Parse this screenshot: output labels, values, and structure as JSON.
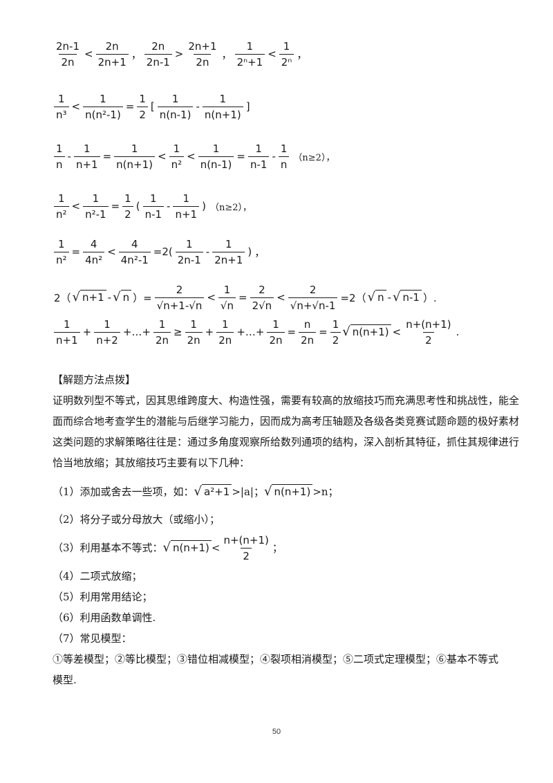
{
  "math": {
    "l1": {
      "a_num": "2n-1",
      "a_den": "2n",
      "a_op": "<",
      "b_num": "2n",
      "b_den": "2n+1",
      "sep1": "，",
      "c_num": "2n",
      "c_den": "2n-1",
      "c_op": ">",
      "d_num": "2n+1",
      "d_den": "2n",
      "sep2": "，",
      "e_num": "1",
      "e_den": "2ⁿ+1",
      "e_op": "<",
      "f_num": "1",
      "f_den": "2ⁿ",
      "end": "，"
    },
    "l2": {
      "a_num": "1",
      "a_den": "n³",
      "a_op": "<",
      "b_num": "1",
      "b_den": "n(n²-1)",
      "eq": "=",
      "c_num": "1",
      "c_den": "2",
      "br": "[",
      "d_num": "1",
      "d_den": "n(n-1)",
      "minus": "-",
      "e_num": "1",
      "e_den": "n(n+1)",
      "br2": "]"
    },
    "l3": {
      "a_num": "1",
      "a_den": "n",
      "minus": "-",
      "b_num": "1",
      "b_den": "n+1",
      "eq1": "=",
      "c_num": "1",
      "c_den": "n(n+1)",
      "lt1": "<",
      "d_num": "1",
      "d_den": "n²",
      "lt2": "<",
      "e_num": "1",
      "e_den": "n(n-1)",
      "eq2": "=",
      "f_num": "1",
      "f_den": "n-1",
      "minus2": "-",
      "g_num": "1",
      "g_den": "n",
      "cond": "（n≥2），"
    },
    "l4": {
      "a_num": "1",
      "a_den": "n²",
      "lt": "<",
      "b_num": "1",
      "b_den": "n²-1",
      "eq": "=",
      "c_num": "1",
      "c_den": "2",
      "lp": "(",
      "d_num": "1",
      "d_den": "n-1",
      "minus": "-",
      "e_num": "1",
      "e_den": "n+1",
      "rp": ")",
      "cond": "（n≥2），"
    },
    "l5": {
      "a_num": "1",
      "a_den": "n²",
      "eq": "=",
      "b_num": "4",
      "b_den": "4n²",
      "lt": "<",
      "c_num": "4",
      "c_den": "4n²-1",
      "eq2": "=2(",
      "d_num": "1",
      "d_den": "2n-1",
      "minus": "-",
      "e_num": "1",
      "e_den": "2n+1",
      "rp": ")",
      "end": "，"
    },
    "l6": {
      "pre": "2（",
      "r1": "n+1",
      "m": "-",
      "r2": "n",
      "close": "）=",
      "a_num": "2",
      "a_den1": "n+1",
      "a_den2": "n",
      "lt": "<",
      "b_num": "1",
      "b_den": "n",
      "eq": "=",
      "c_num": "2",
      "c_den": "2√n",
      "lt2": "<",
      "d_num": "2",
      "d_den1": "n",
      "d_den2": "n-1",
      "eq2": "=2（",
      "r3": "n",
      "m2": "-",
      "r4": "n-1",
      "end": "）."
    },
    "l7": {
      "a_num": "1",
      "a_den": "n+1",
      "p1": "+",
      "b_num": "1",
      "b_den": "n+2",
      "p2": "+…+",
      "c_num": "1",
      "c_den": "2n",
      "ge": "≥",
      "d_num": "1",
      "d_den": "2n",
      "p3": "+",
      "e_num": "1",
      "e_den": "2n",
      "p4": "+…+",
      "f_num": "1",
      "f_den": "2n",
      "eq": "=",
      "g_num": "n",
      "g_den": "2n",
      "eq2": "=",
      "h_num": "1",
      "h_den": "2",
      "sq": "n(n+1)",
      "lt": "<",
      "i_num": "n+(n+1)",
      "i_den": "2",
      "end": "."
    }
  },
  "section": {
    "heading": "【解题方法点拨】",
    "para": [
      "证明数列型不等式，因其思维跨度大、构造性强，需要有较高的放缩技巧而充满思考性和挑战性，能全",
      "面而综合地考查学生的潜能与后继学习能力，因而成为高考压轴题及各级各类竞赛试题命题的极好素材",
      "这类问题的求解策略往往是：通过多角度观察所给数列通项的结构，深入剖析其特征，抓住其规律进行",
      "恰当地放缩；其放缩技巧主要有以下几种："
    ],
    "item1_pre": "（1）添加或舍去一些项，如：",
    "item1_sq1": "a²+1",
    "item1_mid": ">|a|；",
    "item1_sq2": "n(n+1)",
    "item1_end": ">n；",
    "item2": "（2）将分子或分母放大（或缩小）；",
    "item3_pre": "（3）利用基本不等式：",
    "item3_sq": "n(n+1)",
    "item3_lt": "<",
    "item3_num": "n+(n+1)",
    "item3_den": "2",
    "item3_end": "；",
    "item4": "（4）二项式放缩；",
    "item5": "（5）利用常用结论；",
    "item6": "（6）利用函数单调性.",
    "item7": "（7）常见模型：",
    "models": "①等差模型；②等比模型；③错位相减模型；④裂项相消模型；⑤二项式定理模型；⑥基本不等式",
    "models2": "模型."
  },
  "page_number": "50"
}
